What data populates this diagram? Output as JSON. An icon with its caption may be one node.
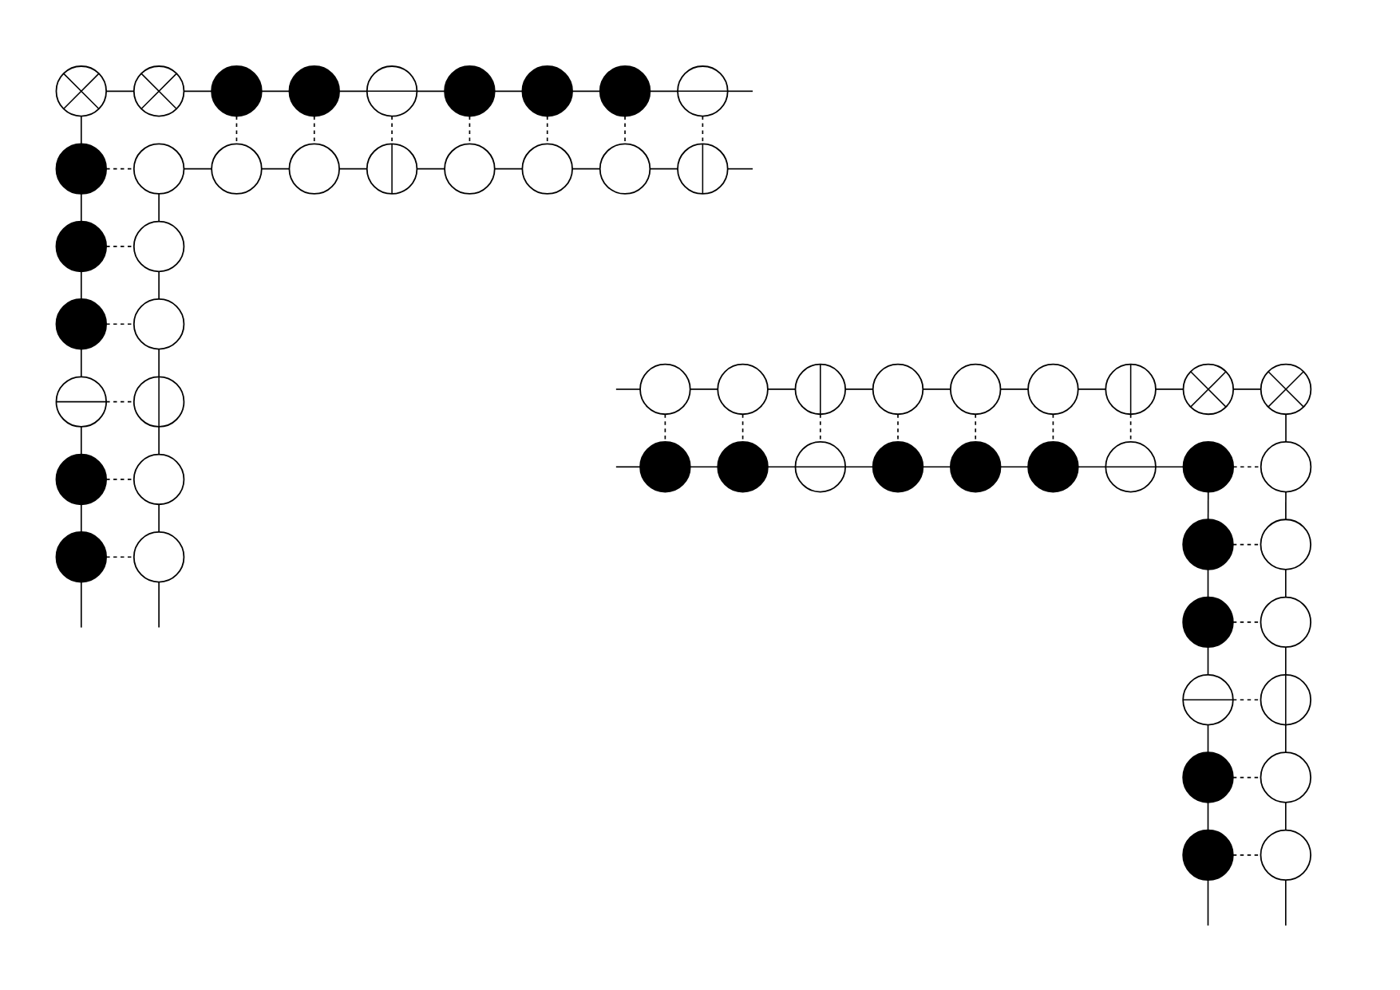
{
  "diagram": {
    "nodes": [
      {
        "text": [],
        "shape": "circle"
      },
      {
        "text": [],
        "shape": "circle"
      },
      {
        "text": [],
        "shape": "circle"
      },
      {
        "text": [],
        "shape": "circle"
      },
      {
        "text": [],
        "shape": "circle"
      },
      {
        "text": [],
        "shape": "circle"
      },
      {
        "text": [],
        "shape": "circle"
      },
      {
        "text": [],
        "shape": "circle"
      },
      {
        "text": [],
        "shape": "circle"
      },
      {
        "text": [],
        "shape": "circle"
      },
      {
        "text": [],
        "shape": "circle"
      },
      {
        "text": [],
        "shape": "circle"
      },
      {
        "text": [],
        "shape": "circle"
      },
      {
        "text": [],
        "shape": "circle"
      },
      {
        "text": [],
        "shape": "circle"
      },
      {
        "text": [],
        "shape": "circle"
      },
      {
        "text": [],
        "shape": "circle"
      },
      {
        "text": [],
        "shape": "circle"
      },
      {
        "text": [],
        "shape": "circle"
      },
      {
        "text": [],
        "shape": "circle"
      },
      {
        "text": [],
        "shape": "circle"
      },
      {
        "text": [],
        "shape": "circle"
      },
      {
        "text": [],
        "shape": "circle"
      },
      {
        "text": [],
        "shape": "circle"
      },
      {
        "text": [],
        "shape": "circle"
      },
      {
        "text": [],
        "shape": "circle"
      },
      {
        "text": [],
        "shape": "circle"
      },
      {
        "text": [],
        "shape": "circle"
      },
      {
        "text": [],
        "shape": "circle"
      },
      {
        "text": [],
        "shape": "circle"
      },
      {
        "text": [],
        "shape": "circle"
      },
      {
        "text": [],
        "shape": "circle"
      },
      {
        "text": [],
        "shape": "circle"
      },
      {
        "text": [],
        "shape": "circle"
      },
      {
        "text": [],
        "shape": "circle"
      },
      {
        "text": [],
        "shape": "circle"
      },
      {
        "text": [],
        "shape": "circle"
      },
      {
        "text": [],
        "shape": "circle"
      },
      {
        "text": [],
        "shape": "circle"
      },
      {
        "text": [],
        "shape": "circle"
      },
      {
        "text": [],
        "shape": "circle"
      },
      {
        "text": [],
        "shape": "circle"
      },
      {
        "text": [],
        "shape": "circle"
      },
      {
        "text": [],
        "shape": "circle"
      },
      {
        "text": [],
        "shape": "circle"
      },
      {
        "text": [],
        "shape": "circle"
      },
      {
        "text": [],
        "shape": "circle"
      },
      {
        "text": [],
        "shape": "circle"
      },
      {
        "text": [],
        "shape": "circle"
      },
      {
        "text": [],
        "shape": "circle"
      },
      {
        "text": [],
        "shape": "circle"
      },
      {
        "text": [],
        "shape": "circle"
      },
      {
        "text": [],
        "shape": "circle"
      },
      {
        "text": [],
        "shape": "circle"
      },
      {
        "text": [],
        "shape": "circle"
      },
      {
        "text": [],
        "shape": "circle"
      }
    ],
    "edges": [
      {
        "from": 0,
        "to": 1,
        "arrow": "none"
      },
      {
        "from": 1,
        "to": 2,
        "arrow": "none"
      },
      {
        "from": 2,
        "to": 3,
        "arrow": "none"
      },
      {
        "from": 3,
        "to": 4,
        "arrow": "none"
      },
      {
        "from": 4,
        "to": 5,
        "arrow": "none"
      },
      {
        "from": 5,
        "to": 6,
        "arrow": "none"
      },
      {
        "from": 6,
        "to": 7,
        "arrow": "none"
      },
      {
        "from": 7,
        "to": 8,
        "arrow": "none"
      },
      {
        "from": 8,
        "to": null,
        "arrow": "none"
      },
      {
        "from": 9,
        "to": 10,
        "arrow": "none",
        "style": "dashed"
      },
      {
        "from": 10,
        "to": 11,
        "arrow": "none"
      },
      {
        "from": 11,
        "to": 12,
        "arrow": "none"
      },
      {
        "from": 12,
        "to": 13,
        "arrow": "none"
      },
      {
        "from": 13,
        "to": 14,
        "arrow": "none"
      },
      {
        "from": 14,
        "to": 15,
        "arrow": "none"
      },
      {
        "from": 15,
        "to": 16,
        "arrow": "none"
      },
      {
        "from": 16,
        "to": 17,
        "arrow": "none"
      },
      {
        "from": 17,
        "to": null,
        "arrow": "none"
      },
      {
        "from": 0,
        "to": 9,
        "arrow": "none"
      },
      {
        "from": 2,
        "to": 11,
        "arrow": "none",
        "style": "dashed"
      },
      {
        "from": 3,
        "to": 12,
        "arrow": "none",
        "style": "dashed"
      },
      {
        "from": 4,
        "to": 13,
        "arrow": "none",
        "style": "dashed"
      },
      {
        "from": 5,
        "to": 14,
        "arrow": "none",
        "style": "dashed"
      },
      {
        "from": 6,
        "to": 15,
        "arrow": "none",
        "style": "dashed"
      },
      {
        "from": 7,
        "to": 16,
        "arrow": "none",
        "style": "dashed"
      },
      {
        "from": 8,
        "to": 17,
        "arrow": "none",
        "style": "dashed"
      },
      {
        "from": 9,
        "to": 18,
        "arrow": "none"
      },
      {
        "from": 18,
        "to": 20,
        "arrow": "none"
      },
      {
        "from": 20,
        "to": 22,
        "arrow": "none"
      },
      {
        "from": 22,
        "to": 24,
        "arrow": "none"
      },
      {
        "from": 24,
        "to": 26,
        "arrow": "none"
      },
      {
        "from": 26,
        "to": null,
        "arrow": "none"
      },
      {
        "from": 10,
        "to": 19,
        "arrow": "none"
      },
      {
        "from": 19,
        "to": 21,
        "arrow": "none"
      },
      {
        "from": 21,
        "to": 23,
        "arrow": "none"
      },
      {
        "from": 23,
        "to": 25,
        "arrow": "none"
      },
      {
        "from": 25,
        "to": 27,
        "arrow": "none"
      },
      {
        "from": 27,
        "to": null,
        "arrow": "none"
      },
      {
        "from": 18,
        "to": 19,
        "arrow": "none",
        "style": "dashed"
      },
      {
        "from": 20,
        "to": 21,
        "arrow": "none",
        "style": "dashed"
      },
      {
        "from": 22,
        "to": 23,
        "arrow": "none",
        "style": "dashed"
      },
      {
        "from": 24,
        "to": 25,
        "arrow": "none",
        "style": "dashed"
      },
      {
        "from": 26,
        "to": 27,
        "arrow": "none",
        "style": "dashed"
      },
      {
        "from": null,
        "to": 28,
        "arrow": "none"
      },
      {
        "from": 28,
        "to": 29,
        "arrow": "none"
      },
      {
        "from": 29,
        "to": 30,
        "arrow": "none"
      },
      {
        "from": 30,
        "to": 31,
        "arrow": "none"
      },
      {
        "from": 31,
        "to": 32,
        "arrow": "none"
      },
      {
        "from": 32,
        "to": 33,
        "arrow": "none"
      },
      {
        "from": 33,
        "to": 34,
        "arrow": "none"
      },
      {
        "from": 34,
        "to": 35,
        "arrow": "none"
      },
      {
        "from": 35,
        "to": 36,
        "arrow": "none"
      },
      {
        "from": null,
        "to": 37,
        "arrow": "none"
      },
      {
        "from": 37,
        "to": 38,
        "arrow": "none"
      },
      {
        "from": 38,
        "to": 39,
        "arrow": "none"
      },
      {
        "from": 39,
        "to": 40,
        "arrow": "none"
      },
      {
        "from": 40,
        "to": 41,
        "arrow": "none"
      },
      {
        "from": 41,
        "to": 42,
        "arrow": "none"
      },
      {
        "from": 42,
        "to": 43,
        "arrow": "none"
      },
      {
        "from": 43,
        "to": 44,
        "arrow": "none"
      },
      {
        "from": 44,
        "to": 45,
        "arrow": "none",
        "style": "dashed"
      },
      {
        "from": 28,
        "to": 37,
        "arrow": "none",
        "style": "dashed"
      },
      {
        "from": 29,
        "to": 38,
        "arrow": "none",
        "style": "dashed"
      },
      {
        "from": 30,
        "to": 39,
        "arrow": "none",
        "style": "dashed"
      },
      {
        "from": 31,
        "to": 40,
        "arrow": "none",
        "style": "dashed"
      },
      {
        "from": 32,
        "to": 41,
        "arrow": "none",
        "style": "dashed"
      },
      {
        "from": 33,
        "to": 42,
        "arrow": "none",
        "style": "dashed"
      },
      {
        "from": 34,
        "to": 43,
        "arrow": "none",
        "style": "dashed"
      },
      {
        "from": 36,
        "to": 45,
        "arrow": "none"
      },
      {
        "from": 44,
        "to": 46,
        "arrow": "none"
      },
      {
        "from": 46,
        "to": 48,
        "arrow": "none"
      },
      {
        "from": 48,
        "to": 50,
        "arrow": "none"
      },
      {
        "from": 50,
        "to": 52,
        "arrow": "none"
      },
      {
        "from": 52,
        "to": 54,
        "arrow": "none"
      },
      {
        "from": 54,
        "to": null,
        "arrow": "none"
      },
      {
        "from": 45,
        "to": 47,
        "arrow": "none"
      },
      {
        "from": 47,
        "to": 49,
        "arrow": "none"
      },
      {
        "from": 49,
        "to": 51,
        "arrow": "none"
      },
      {
        "from": 51,
        "to": 53,
        "arrow": "none"
      },
      {
        "from": 53,
        "to": 55,
        "arrow": "none"
      },
      {
        "from": 55,
        "to": null,
        "arrow": "none"
      },
      {
        "from": 46,
        "to": 47,
        "arrow": "none",
        "style": "dashed"
      },
      {
        "from": 48,
        "to": 49,
        "arrow": "none",
        "style": "dashed"
      },
      {
        "from": 50,
        "to": 51,
        "arrow": "none",
        "style": "dashed"
      },
      {
        "from": 52,
        "to": 53,
        "arrow": "none",
        "style": "dashed"
      },
      {
        "from": 54,
        "to": 55,
        "arrow": "none",
        "style": "dashed"
      }
    ]
  }
}
